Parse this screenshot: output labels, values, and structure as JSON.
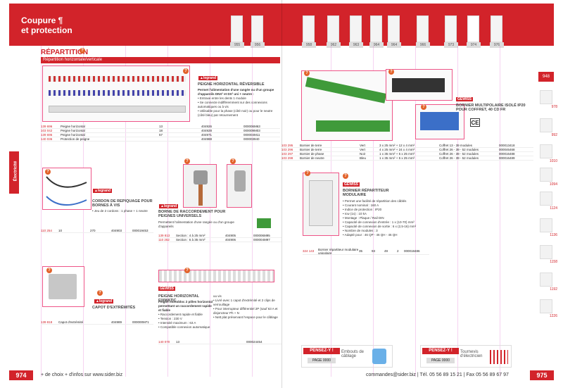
{
  "header": {
    "title_line1": "Coupure ¶",
    "title_line2": "et protection"
  },
  "thumbs": [
    "955",
    "956",
    "958",
    "962",
    "963",
    "964",
    "964",
    "966",
    "973",
    "974",
    "976"
  ],
  "left": {
    "section_title": "RÉPARTITION",
    "section_sub": "Répartition horizontale/verticale",
    "peigne": {
      "title": "PEIGNE HORIZONTAL RÉVERSIBLE",
      "desc": [
        "Permet l'alimentation d'une rangée ou d'un groupe d'appareils DNX³ et DX³ uni + neutre :",
        "• Entraxe entre les dents 1 module",
        "• Se connecte indifféremment sur des connexions",
        "automatiques ou à vis",
        "• Utilisable pour la phase (côté noir) ou pour le neutre",
        "(côté bleu) par retournement"
      ],
      "rows": [
        [
          "139 696",
          "Peigne horizontal",
          "13",
          "404926",
          "000006M63"
        ],
        [
          "103 042",
          "Peigne horizontal",
          "18",
          "404928",
          "000009M03"
        ],
        [
          "139 695",
          "Peigne horizontal",
          "57",
          "404971",
          "000004M11"
        ],
        [
          "140 036",
          "Protection de peigne",
          "",
          "404988",
          "000003940"
        ]
      ]
    },
    "cordon": {
      "title": "CORDON DE REPIQUAGE POUR BORNES À VIS",
      "desc": "• Jeu de 2 cordons : 1 phase + 1 neutre",
      "rows": [
        [
          "110 254",
          "10",
          "270",
          "404903",
          "000019453"
        ]
      ]
    },
    "borne": {
      "title": "BORNE DE RACCORDEMENT POUR PEIGNES UNIVERSELS",
      "desc": "Permettent l'alimentation d'une rangée ou d'un groupe d'appareils",
      "rows": [
        [
          "139 813",
          "Section : 4 à 25 mm²",
          "404905",
          "000006M95"
        ],
        [
          "110 252",
          "Section : 6 à 35 mm²",
          "404906",
          "000004M97"
        ]
      ]
    },
    "capot": {
      "title": "CAPOT D'EXTRÉMITÉS",
      "rows": [
        [
          "139 818",
          "Capot d'extrémité",
          "404989",
          "000000M71"
        ]
      ]
    },
    "fixmatic": {
      "title": "PEIGNE HORIZONTAL FIXMATIC",
      "brand": "GEWISS",
      "desc": [
        "Peigne monobloc 2 pôles horizontal permettant un raccordement rapide et fiable",
        "• Raccordement rapide et fiable",
        "• Tension : 230 V",
        "• Intensité maximum : 63 A",
        "• Compatible connexion automatique"
      ],
      "desc2": [
        "uu vis",
        "• Livré avec 1 capot d'extrémité et 2 clips de verrouillage",
        "• Pour interrupteur différentiel 2P (sauf 63 A et disjoncteur Ph + N",
        "• Nett plat préservant l'espace pour le câblage"
      ],
      "rows": [
        [
          "140 070",
          "13",
          "",
          "",
          "000024454"
        ]
      ]
    },
    "footer": "+ de choix + d'infos sur www.sider.biz",
    "page_no": "974",
    "side_label": "Électricité"
  },
  "right": {
    "bornier_rows": [
      [
        "103 295",
        "Bornier de terre",
        "Vert",
        "3 x 25 mm² + 12 x 4 mm²",
        "Coffret 13 - 39 modules",
        "000013418"
      ],
      [
        "103 296",
        "Bornier de terre",
        "Vert",
        "4 x 25 mm² + 24 x 4 mm²",
        "Coffret 26 - 39 - 52 modules",
        "000046468"
      ],
      [
        "103 297",
        "Bornier de phase",
        "Noir",
        "1 x 35 mm² + 5 x 25 mm²",
        "Coffret 26 - 39 - 52 modules",
        "000016488"
      ],
      [
        "103 298",
        "Bornier de neutre",
        "Bleu",
        "1 x 35 mm² + 5 x 25 mm²",
        "Coffret 26 - 39 - 52 modules",
        "000016489"
      ]
    ],
    "bornier_iso": {
      "brand": "GEWISS",
      "title": "BORNIER MULTIPOLAIRE ISOLÉ IP20 POUR COFFRET, 40 CD FR"
    },
    "repartiteur": {
      "brand": "GEWISS",
      "title": "BORNIER RÉPARTITEUR MODULAIRE",
      "desc": [
        "• Permet une facilité de répartition des câblés",
        "• Courant nominal : 160 A",
        "• Indice de protection : IP20",
        "• Icw (1s) : 10 kA",
        "• Montage : Plaque / Rail DIN",
        "• Capacité de connexion d'entrée : 1 x (10-70) mm²",
        "• Capacité de connexion de sortie : 6 x (2,5-16) mm²",
        "• Nombre de modules : 3",
        "• Adapté pour : 46 QP - 46 QH - 46 QH"
      ],
      "rows": [
        [
          "324 143",
          "Bornier répartiteur modulaire unipolaire",
          "35",
          "93",
          "49",
          "2",
          "000018486"
        ]
      ]
    },
    "pensez1": {
      "title": "PENSEZ-Y !",
      "text": "Embouts de câblage",
      "page": "PAGE 0000"
    },
    "pensez2": {
      "title": "PENSEZ-Y !",
      "text": "Tournevis d'électricien",
      "page": "PAGE 0000"
    },
    "footer": "commandes@sider.biz | Tél. 05 56 89 15 21 | Fax 05 56 89 67 97",
    "page_no": "975",
    "side_pages": [
      "978",
      "992",
      "1010",
      "1094",
      "1124",
      "1136",
      "1158",
      "1192",
      "1226"
    ],
    "side_top": "948"
  },
  "colors": {
    "accent": "#d2232a",
    "green": "#3f9a3a",
    "blue": "#3b6fc8"
  }
}
